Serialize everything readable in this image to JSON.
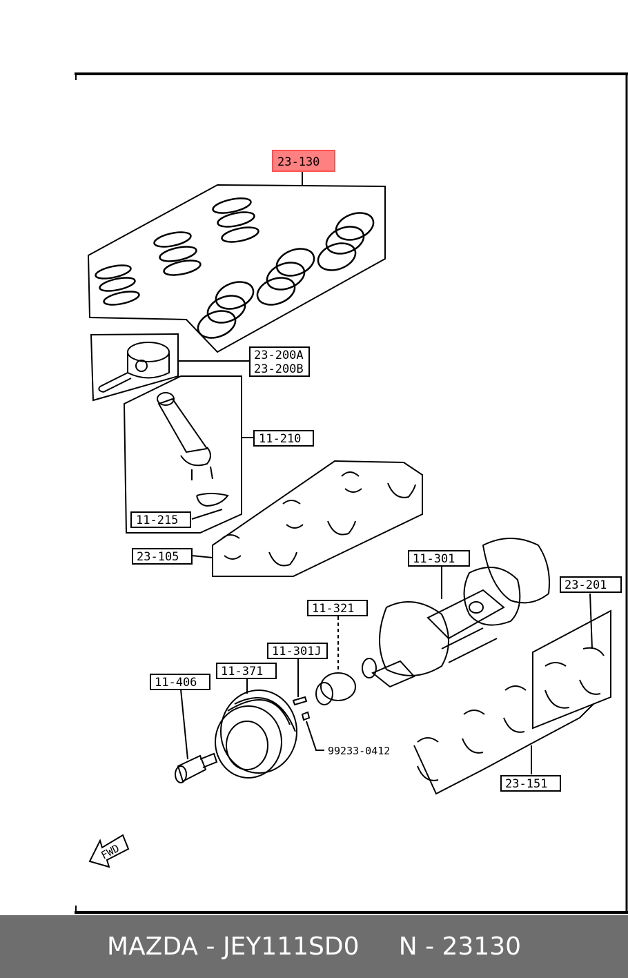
{
  "colors": {
    "highlight": "#ff8080",
    "line": "#000000",
    "footer_bg": "#6e6e6e",
    "footer_text": "#ffffff"
  },
  "labels": {
    "piston_rings": "23-130",
    "piston_a": "23-200A",
    "piston_b": "23-200B",
    "con_rod": "11-210",
    "rod_bearing": "11-215",
    "main_bearing_upper": "23-105",
    "crankshaft": "11-301",
    "thrust_bearing": "23-201",
    "sprocket": "11-321",
    "key": "11-301J",
    "pulley": "11-371",
    "bolt": "11-406",
    "pin": "99233-0412",
    "main_bearing_lower": "23-151",
    "fwd": "FWD"
  },
  "footer": {
    "brand": "MAZDA",
    "sep1": " - ",
    "code": "JEY111SD0",
    "gap": "     ",
    "part": "N - 23130"
  },
  "icons": [
    "fwd-arrow-icon"
  ]
}
